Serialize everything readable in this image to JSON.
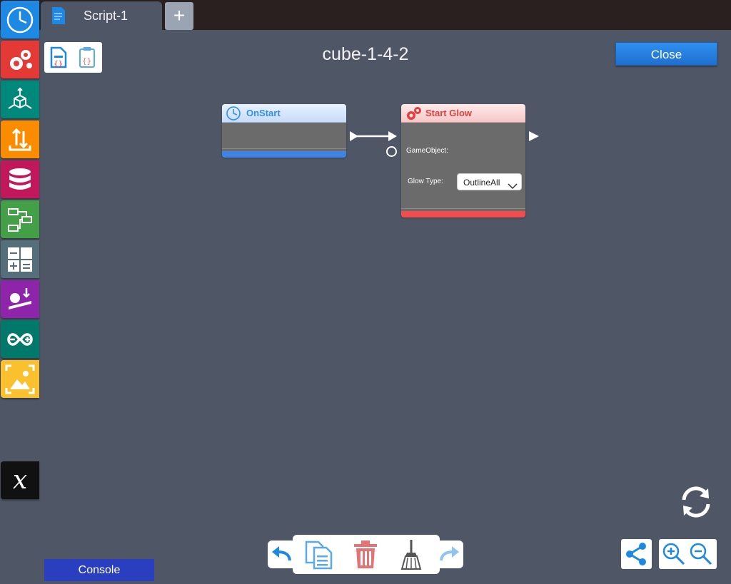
{
  "tab": {
    "label": "Script-1",
    "add_label": "+"
  },
  "title": "cube-1-4-2",
  "close_label": "Close",
  "console_label": "Console",
  "sidebar": {
    "items": [
      {
        "name": "clock",
        "color": "#1e88e5"
      },
      {
        "name": "gears",
        "color": "#e53935"
      },
      {
        "name": "3d-axes",
        "color": "#00897b"
      },
      {
        "name": "sort",
        "color": "#fb8c00"
      },
      {
        "name": "database",
        "color": "#c2185b"
      },
      {
        "name": "flow",
        "color": "#43a047"
      },
      {
        "name": "calculator",
        "color": "#546e7a"
      },
      {
        "name": "physics",
        "color": "#8e24aa"
      },
      {
        "name": "arduino",
        "color": "#00796b"
      },
      {
        "name": "image",
        "color": "#fbc02d"
      },
      {
        "name": "variable",
        "color": "#111111",
        "label": "x"
      }
    ]
  },
  "nodes": {
    "onstart": {
      "label": "OnStart"
    },
    "start_glow": {
      "label": "Start Glow",
      "gameobject_label": "GameObject:",
      "glow_type_label": "Glow Type:",
      "glow_type_value": "OutlineAll"
    }
  }
}
